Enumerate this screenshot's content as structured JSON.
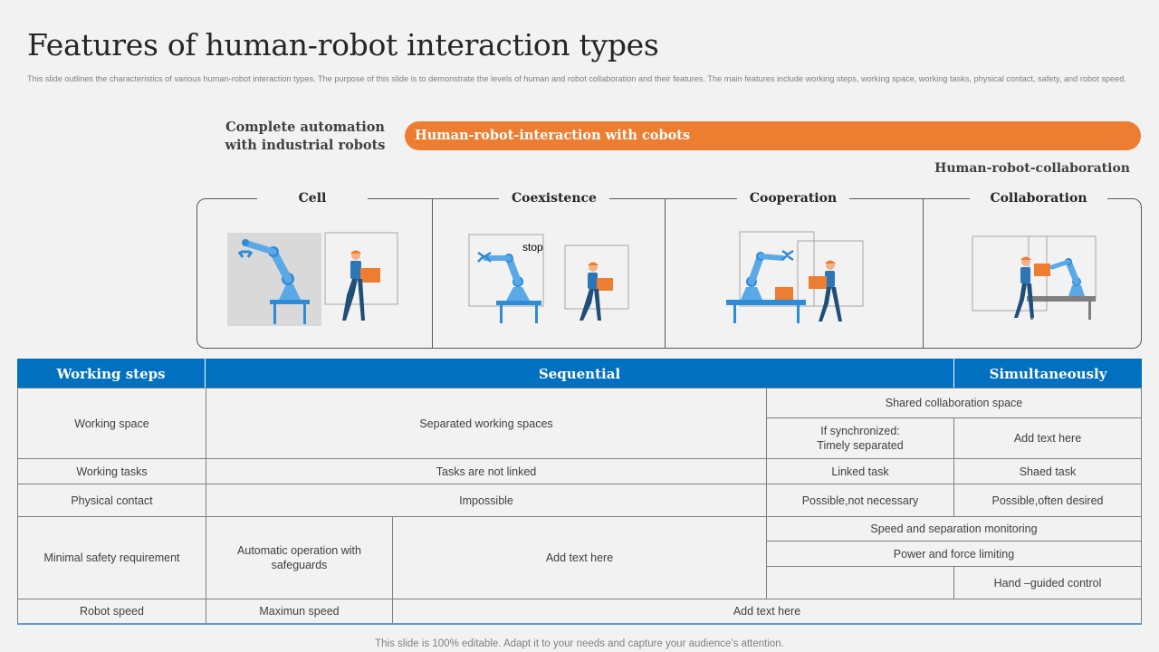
{
  "title": "Features of human-robot interaction types",
  "subtitle": "This slide outlines the characteristics of various human-robot interaction types. The purpose of this slide is to demonstrate the levels of human and robot collaboration and their features. The main  features include working steps, working space, working tasks, physical contact, safety, and robot speed.",
  "automation_label_line1": "Complete automation",
  "automation_label_line2": "with industrial robots",
  "cobot_label": "Human-robot-interaction with cobots",
  "hrc_label": "Human-robot-collaboration",
  "stages": [
    "Cell",
    "Coexistence",
    "Cooperation",
    "Collaboration"
  ],
  "stop_label": "stop",
  "colors": {
    "accent_orange": "#ed7d31",
    "header_blue": "#0070c0",
    "robot_blue": "#2e8bd8",
    "worker_orange": "#ed7d31"
  },
  "table": {
    "headers": [
      "Working steps",
      "Sequential",
      "Simultaneously"
    ],
    "rows": {
      "working_space": {
        "label": "Working space",
        "sequential": "Separated working spaces",
        "shared": "Shared collaboration space",
        "sync_line1": "If synchronized:",
        "sync_line2": "Timely separated",
        "simultaneous": "Add text here"
      },
      "working_tasks": {
        "label": "Working tasks",
        "sequential": "Tasks are not linked",
        "cooperation": "Linked task",
        "collaboration": "Shaed task"
      },
      "physical_contact": {
        "label": "Physical contact",
        "sequential": "Impossible",
        "cooperation": "Possible,not necessary",
        "collaboration": "Possible,often desired"
      },
      "safety": {
        "label": "Minimal safety requirement",
        "cell_line1": "Automatic operation with",
        "cell_line2": "safeguards",
        "coexistence": "Add text here",
        "sub1": "Speed and separation  monitoring",
        "sub2": "Power and force limiting",
        "sub3": "Hand –guided  control"
      },
      "robot_speed": {
        "label": "Robot speed",
        "cell": "Maximun speed",
        "rest": "Add text here"
      }
    }
  },
  "footer": "This slide is 100% editable. Adapt it to your needs and capture your audience’s attention."
}
